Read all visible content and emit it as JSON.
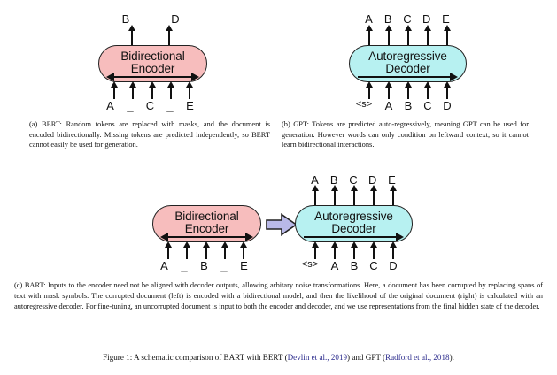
{
  "figure": {
    "caption_prefix": "Figure 1:",
    "caption_text_1": " A schematic comparison of BART with BERT (",
    "cite_1": "Devlin et al., 2019",
    "caption_text_2": ") and GPT (",
    "cite_2": "Radford et al., 2018",
    "caption_text_3": ")."
  },
  "colors": {
    "encoder_fill": "#f7bdbd",
    "decoder_fill": "#b7f1f1",
    "arrow_fill": "#b9b9e8",
    "outline": "#222222",
    "citation": "#2a2a8c"
  },
  "panel_a": {
    "id": "bert",
    "block_line1": "Bidirectional",
    "block_line2": "Encoder",
    "outputs": [
      "B",
      "D"
    ],
    "inputs": [
      "A",
      "_",
      "C",
      "_",
      "E"
    ],
    "caption": "(a) BERT: Random tokens are replaced with masks, and the document is encoded bidirectionally. Missing tokens are predicted independently, so BERT cannot easily be used for generation."
  },
  "panel_b": {
    "id": "gpt",
    "block_line1": "Autoregressive",
    "block_line2": "Decoder",
    "outputs": [
      "A",
      "B",
      "C",
      "D",
      "E"
    ],
    "inputs": [
      "<s>",
      "A",
      "B",
      "C",
      "D"
    ],
    "caption": "(b) GPT: Tokens are predicted auto-regressively, meaning GPT can be used for generation. However words can only condition on leftward context, so it cannot learn bidirectional interactions."
  },
  "panel_c": {
    "id": "bart",
    "encoder_line1": "Bidirectional",
    "encoder_line2": "Encoder",
    "decoder_line1": "Autoregressive",
    "decoder_line2": "Decoder",
    "encoder_inputs": [
      "A",
      "_",
      "B",
      "_",
      "E"
    ],
    "decoder_inputs": [
      "<s>",
      "A",
      "B",
      "C",
      "D"
    ],
    "decoder_outputs": [
      "A",
      "B",
      "C",
      "D",
      "E"
    ],
    "caption": "(c) BART: Inputs to the encoder need not be aligned with decoder outputs, allowing arbitary noise transformations. Here, a document has been corrupted by replacing spans of text with mask symbols. The corrupted document (left) is encoded with a bidirectional model, and then the likelihood of the original document (right) is calculated with an autoregressive decoder. For fine-tuning, an uncorrupted document is input to both the encoder and decoder, and we use representations from the final hidden state of the decoder."
  }
}
